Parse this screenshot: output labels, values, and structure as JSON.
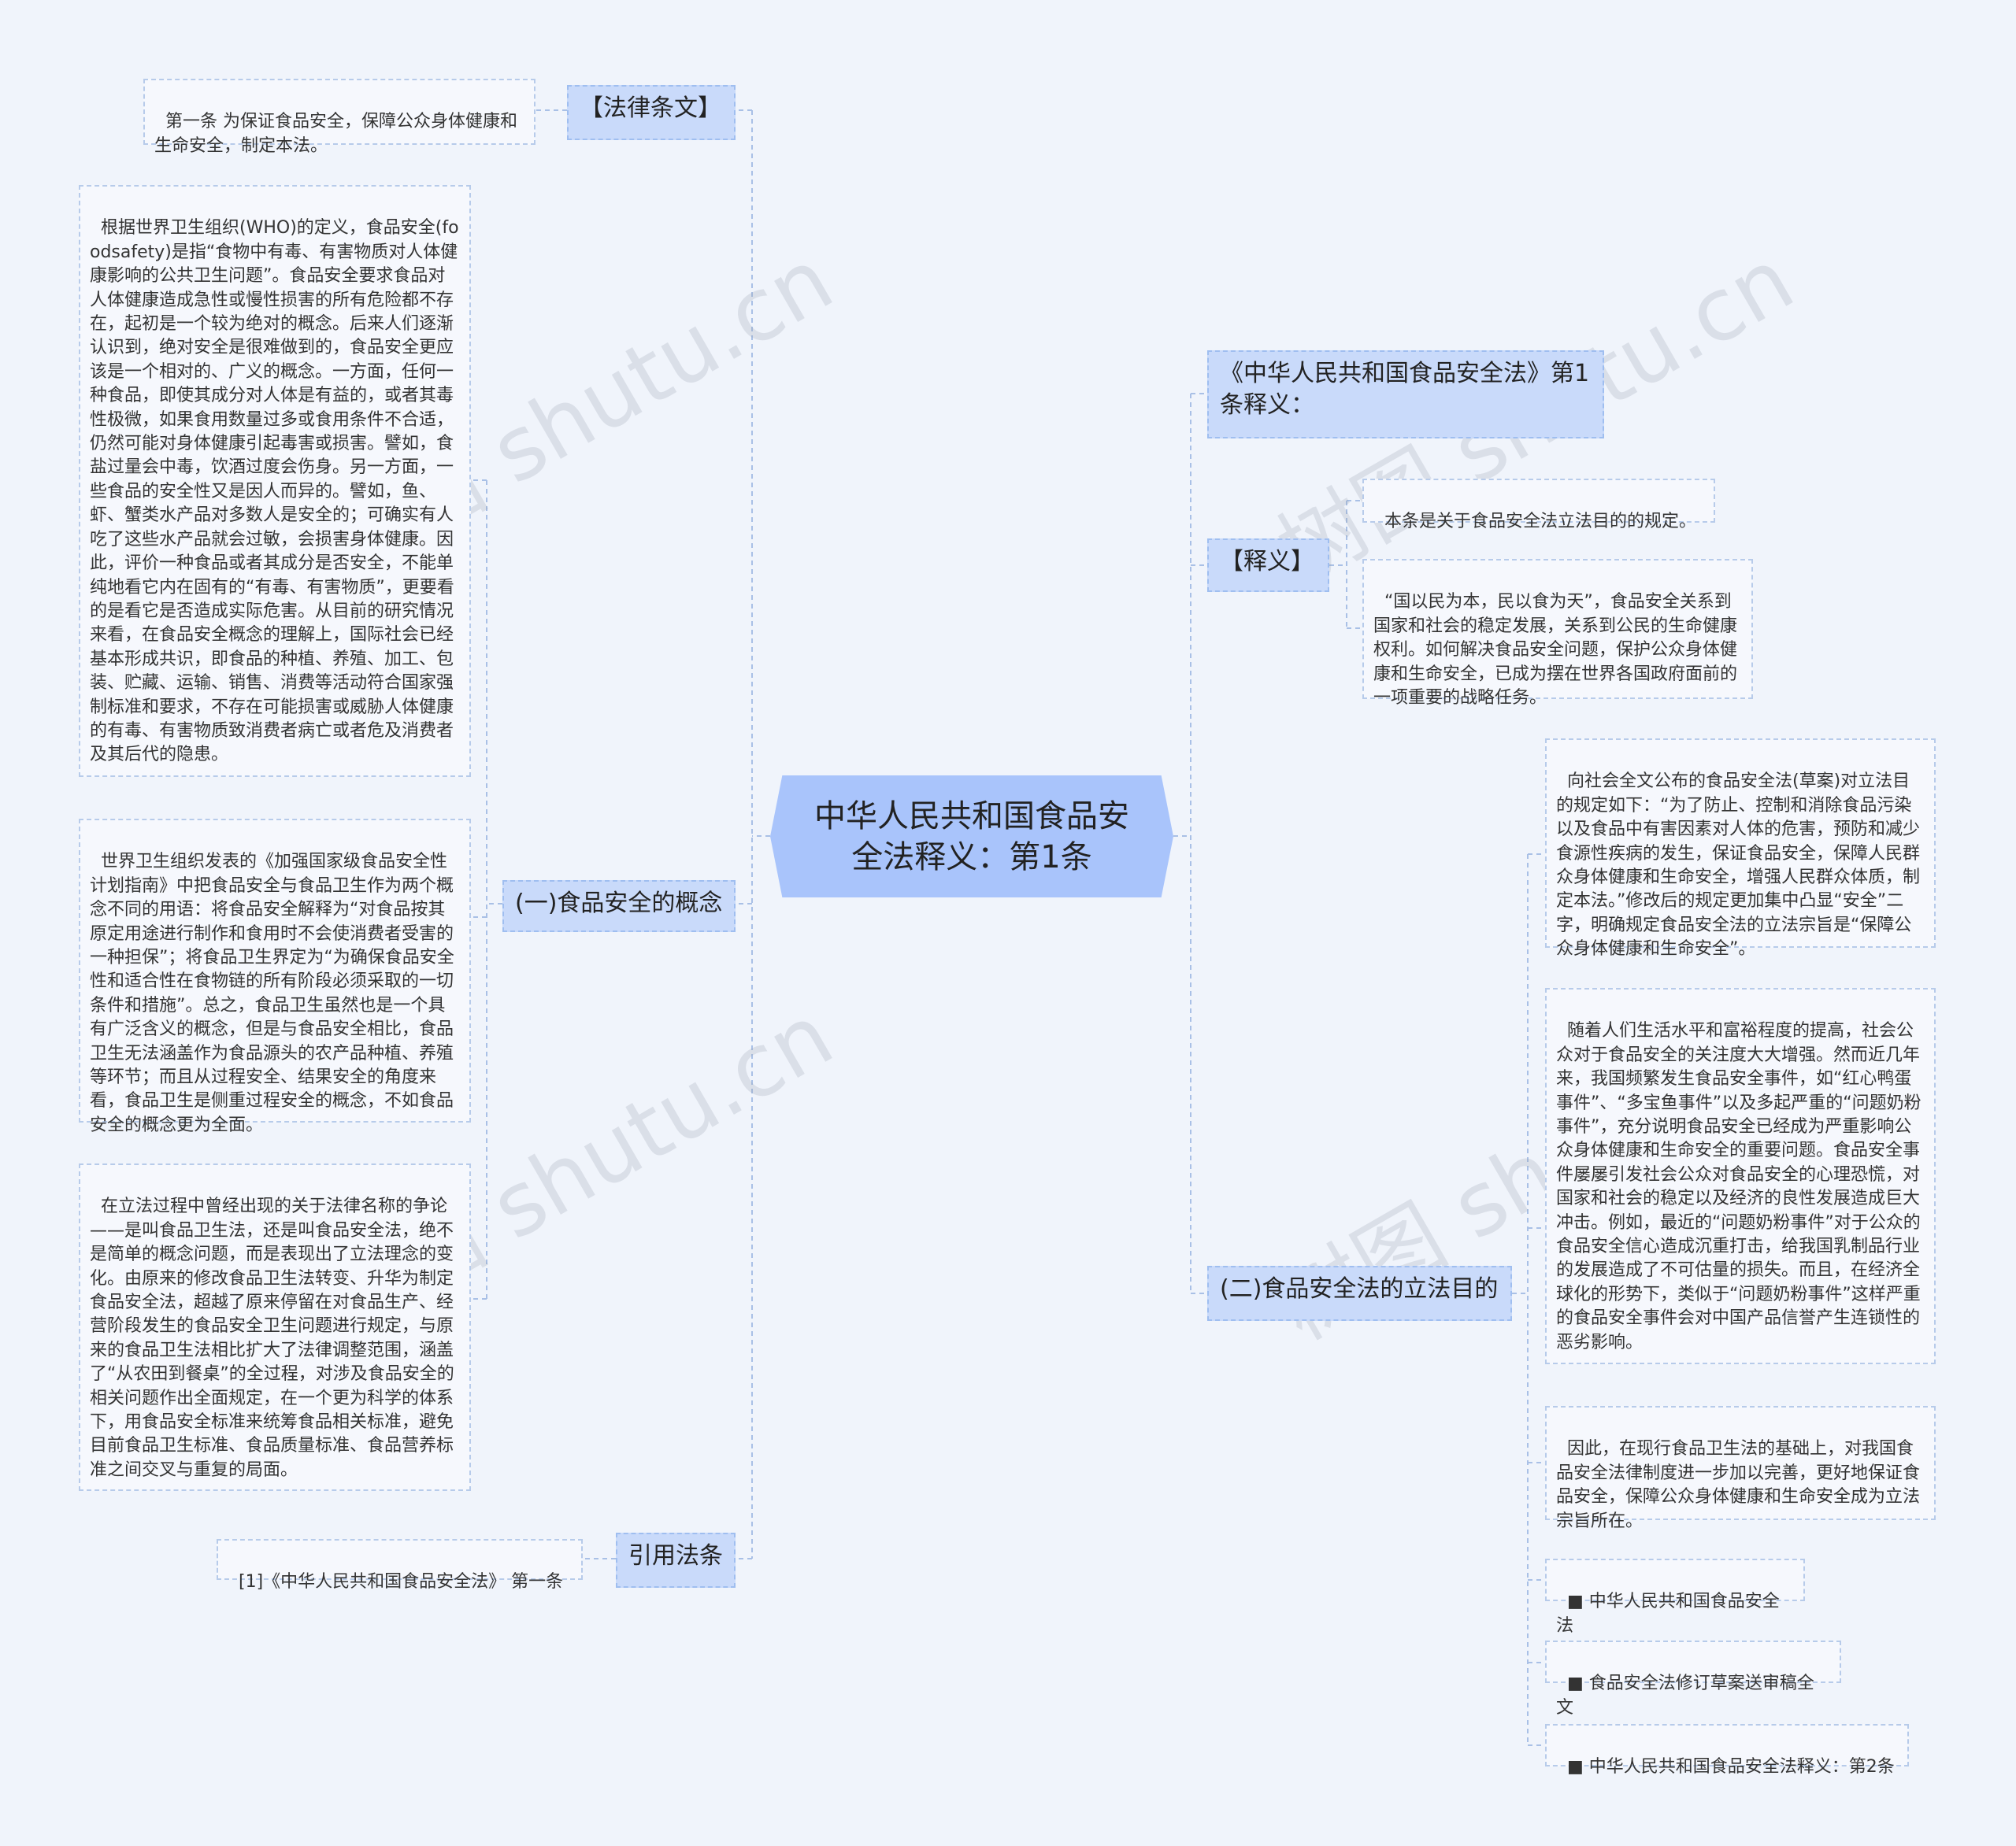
{
  "root": {
    "label": "中华人民共和国食品安全法释义：第1条"
  },
  "left": {
    "law_text": {
      "label": "【法律条文】",
      "leaf": "第一条 为保证食品安全，保障公众身体健康和生命安全，制定本法。"
    },
    "concept": {
      "label": "(一)食品安全的概念",
      "leaf1": "根据世界卫生组织(WHO)的定义，食品安全(foodsafety)是指“食物中有毒、有害物质对人体健康影响的公共卫生问题”。食品安全要求食品对人体健康造成急性或慢性损害的所有危险都不存在，起初是一个较为绝对的概念。后来人们逐渐认识到，绝对安全是很难做到的，食品安全更应该是一个相对的、广义的概念。一方面，任何一种食品，即使其成分对人体是有益的，或者其毒性极微，如果食用数量过多或食用条件不合适，仍然可能对身体健康引起毒害或损害。譬如，食盐过量会中毒，饮酒过度会伤身。另一方面，一些食品的安全性又是因人而异的。譬如，鱼、虾、蟹类水产品对多数人是安全的；可确实有人吃了这些水产品就会过敏，会损害身体健康。因此，评价一种食品或者其成分是否安全，不能单纯地看它内在固有的“有毒、有害物质”，更要看的是看它是否造成实际危害。从目前的研究情况来看，在食品安全概念的理解上，国际社会已经基本形成共识，即食品的种植、养殖、加工、包装、贮藏、运输、销售、消费等活动符合国家强制标准和要求，不存在可能损害或威胁人体健康的有毒、有害物质致消费者病亡或者危及消费者及其后代的隐患。",
      "leaf2": "世界卫生组织发表的《加强国家级食品安全性计划指南》中把食品安全与食品卫生作为两个概念不同的用语：将食品安全解释为“对食品按其原定用途进行制作和食用时不会使消费者受害的一种担保”；将食品卫生界定为“为确保食品安全性和适合性在食物链的所有阶段必须采取的一切条件和措施”。总之，食品卫生虽然也是一个具有广泛含义的概念，但是与食品安全相比，食品卫生无法涵盖作为食品源头的农产品种植、养殖等环节；而且从过程安全、结果安全的角度来看，食品卫生是侧重过程安全的概念，不如食品安全的概念更为全面。",
      "leaf3": "在立法过程中曾经出现的关于法律名称的争论——是叫食品卫生法，还是叫食品安全法，绝不是简单的概念问题，而是表现出了立法理念的变化。由原来的修改食品卫生法转变、升华为制定食品安全法，超越了原来停留在对食品生产、经营阶段发生的食品安全卫生问题进行规定，与原来的食品卫生法相比扩大了法律调整范围，涵盖了“从农田到餐桌”的全过程，对涉及食品安全的相关问题作出全面规定，在一个更为科学的体系下，用食品安全标准来统筹食品相关标准，避免目前食品卫生标准、食品质量标准、食品营养标准之间交叉与重复的局面。"
    },
    "cite": {
      "label": "引用法条",
      "leaf": "[1]《中华人民共和国食品安全法》 第一条"
    }
  },
  "right": {
    "title": {
      "label": "《中华人民共和国食品安全法》第1条释义："
    },
    "shiyi": {
      "label": "【释义】",
      "leaf1": "本条是关于食品安全法立法目的的规定。",
      "leaf2": "“国以民为本，民以食为天”，食品安全关系到国家和社会的稳定发展，关系到公民的生命健康权利。如何解决食品安全问题，保护公众身体健康和生命安全，已成为摆在世界各国政府面前的一项重要的战略任务。"
    },
    "purpose": {
      "label": "(二)食品安全法的立法目的",
      "leaf1": "向社会全文公布的食品安全法(草案)对立法目的规定如下：“为了防止、控制和消除食品污染以及食品中有害因素对人体的危害，预防和减少食源性疾病的发生，保证食品安全，保障人民群众身体健康和生命安全，增强人民群众体质，制定本法。”修改后的规定更加集中凸显“安全”二字，明确规定食品安全法的立法宗旨是“保障公众身体健康和生命安全”。",
      "leaf2": "随着人们生活水平和富裕程度的提高，社会公众对于食品安全的关注度大大增强。然而近几年来，我国频繁发生食品安全事件，如“红心鸭蛋事件”、“多宝鱼事件”以及多起严重的“问题奶粉事件”，充分说明食品安全已经成为严重影响公众身体健康和生命安全的重要问题。食品安全事件屡屡引发社会公众对食品安全的心理恐慌，对国家和社会的稳定以及经济的良性发展造成巨大冲击。例如，最近的“问题奶粉事件”对于公众的食品安全信心造成沉重打击，给我国乳制品行业的发展造成了不可估量的损失。而且，在经济全球化的形势下，类似于“问题奶粉事件”这样严重的食品安全事件会对中国产品信誉产生连锁性的恶劣影响。",
      "leaf3": "因此，在现行食品卫生法的基础上，对我国食品安全法律制度进一步加以完善，更好地保证食品安全，保障公众身体健康和生命安全成为立法宗旨所在。",
      "link1": "■ 中华人民共和国食品安全法",
      "link2": "■ 食品安全法修订草案送审稿全文",
      "link3": "■ 中华人民共和国食品安全法释义：第2条"
    }
  },
  "watermark": "树图 shutu.cn"
}
